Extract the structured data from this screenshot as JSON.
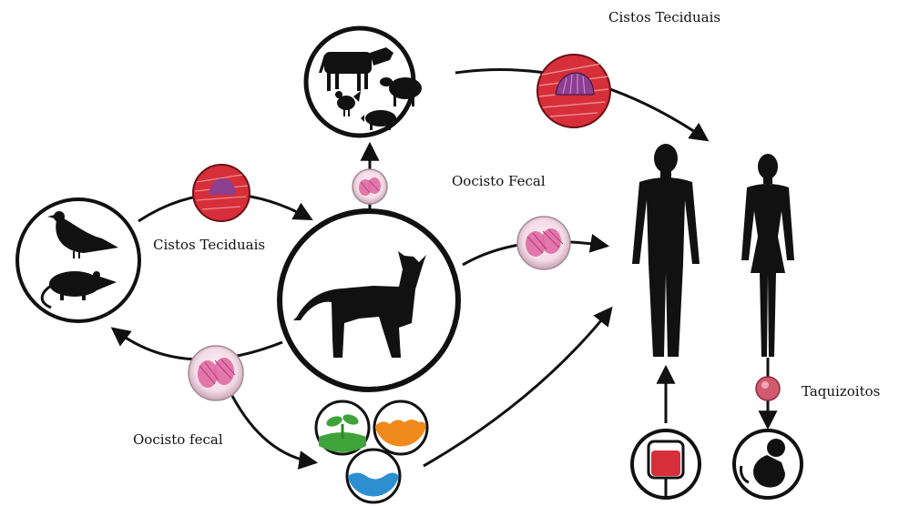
{
  "labels": {
    "cistos_top": "Cistos Teciduais",
    "cistos_left": "Cistos Teciduais",
    "oocisto_fecal_top": "Oocisto Fecal",
    "oocisto_fecal_bottom": "Oocisto fecal",
    "taquizoitos": "Taquizoitos"
  },
  "nodes": [
    {
      "id": "livestock",
      "icon": "livestock-icon"
    },
    {
      "id": "cat",
      "icon": "cat-icon"
    },
    {
      "id": "bird-rat",
      "icon": "bird-rat-icon"
    },
    {
      "id": "plant",
      "icon": "sprout-icon"
    },
    {
      "id": "soil",
      "icon": "soil-icon"
    },
    {
      "id": "water",
      "icon": "water-icon"
    },
    {
      "id": "human-man",
      "icon": "human-icon"
    },
    {
      "id": "human-woman",
      "icon": "human-icon"
    },
    {
      "id": "blood-bag",
      "icon": "blood-bag-icon"
    },
    {
      "id": "fetus",
      "icon": "fetus-icon"
    }
  ],
  "colors": {
    "cyst_red": "#d62f3a",
    "cyst_purple": "#8a3f8f",
    "oocyst_pink": "#e06aa2",
    "taquizoito": "#d25a6e",
    "green": "#3ea43a",
    "orange": "#f08a1c",
    "blue": "#2d8fd0",
    "silhouette": "#111111"
  }
}
